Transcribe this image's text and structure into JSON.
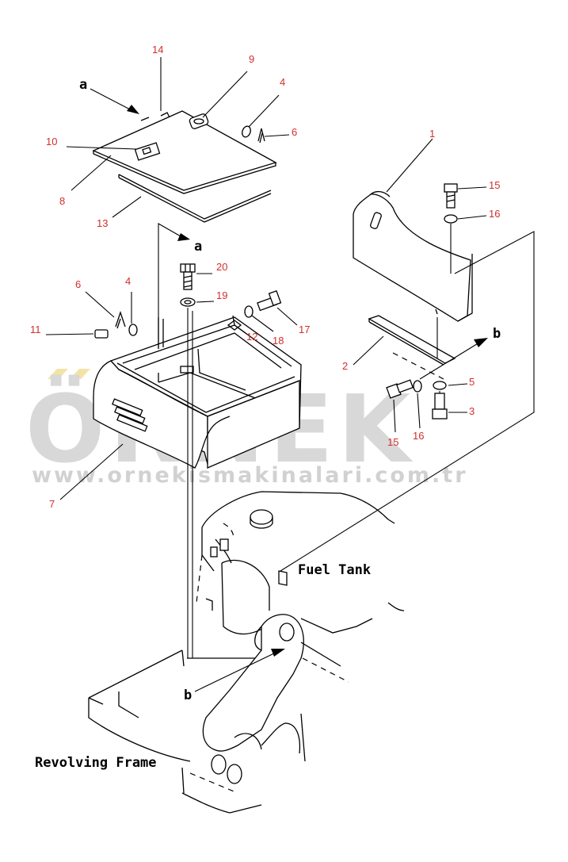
{
  "watermark": {
    "brand": "ÖRNEK",
    "url": "www.ornekismakinalari.com.tr",
    "accent_color": "#f3e3a8",
    "text_color": "#d9d8d8"
  },
  "labels": {
    "fuel_tank": "Fuel Tank",
    "revolving_frame": "Revolving Frame"
  },
  "view_refs": {
    "a": "a",
    "b": "b"
  },
  "callouts": {
    "c1": "1",
    "c2": "2",
    "c3": "3",
    "c4_top": "4",
    "c4_left": "4",
    "c5": "5",
    "c6_top": "6",
    "c6_left": "6",
    "c7": "7",
    "c8": "8",
    "c9": "9",
    "c10": "10",
    "c11": "11",
    "c12": "12",
    "c13": "13",
    "c14": "14",
    "c15_top": "15",
    "c15_bottom": "15",
    "c16_top": "16",
    "c16_bottom": "16",
    "c17": "17",
    "c18": "18",
    "c19": "19",
    "c20": "20"
  },
  "colors": {
    "callout": "#d0302b",
    "line": "#000000"
  }
}
